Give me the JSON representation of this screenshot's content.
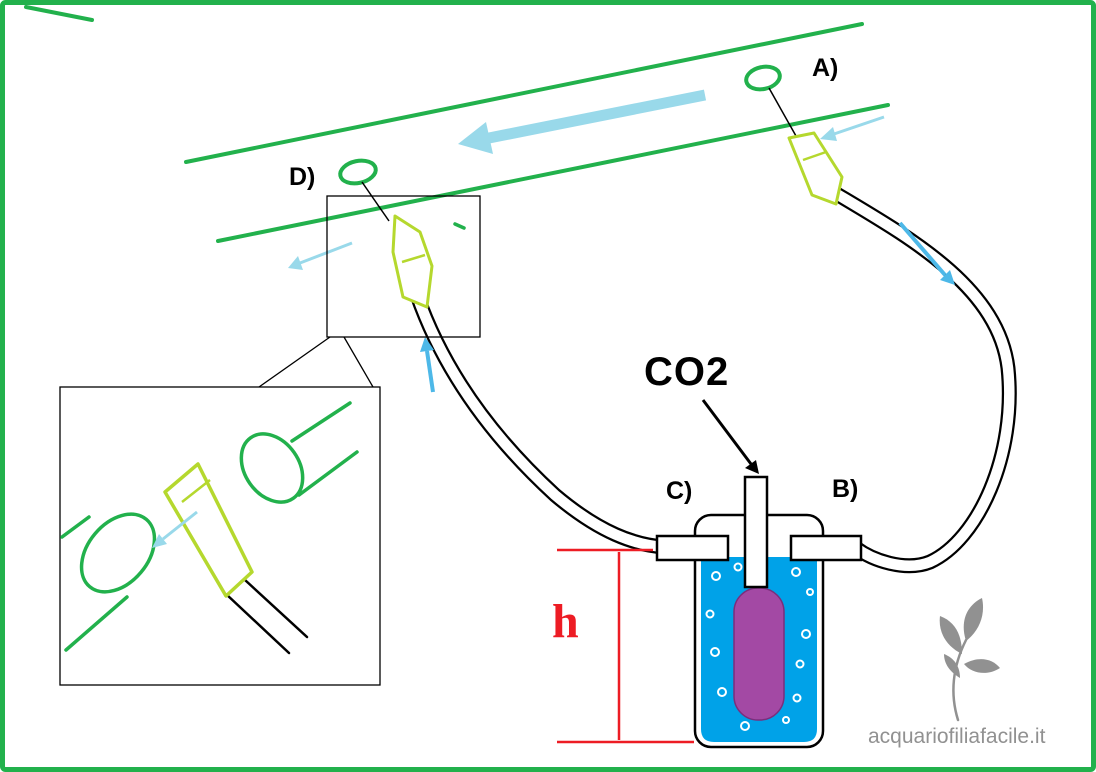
{
  "diagram": {
    "labels": {
      "point_a": "A)",
      "point_b": "B)",
      "point_c": "C)",
      "point_d": "D)",
      "co2": "CO2",
      "height": "h"
    },
    "watermark": "acquariofiliafacile.it",
    "colors": {
      "border": "#22b14c",
      "pipe_green": "#22b14c",
      "nozzle_green": "#b5d82e",
      "light_blue": "#99d9ea",
      "flow_blue": "#4db8e8",
      "water_blue": "#00a2e8",
      "bell_purple": "#a349a4",
      "measure_red": "#ed1c24",
      "watermark_gray": "#919191"
    }
  }
}
